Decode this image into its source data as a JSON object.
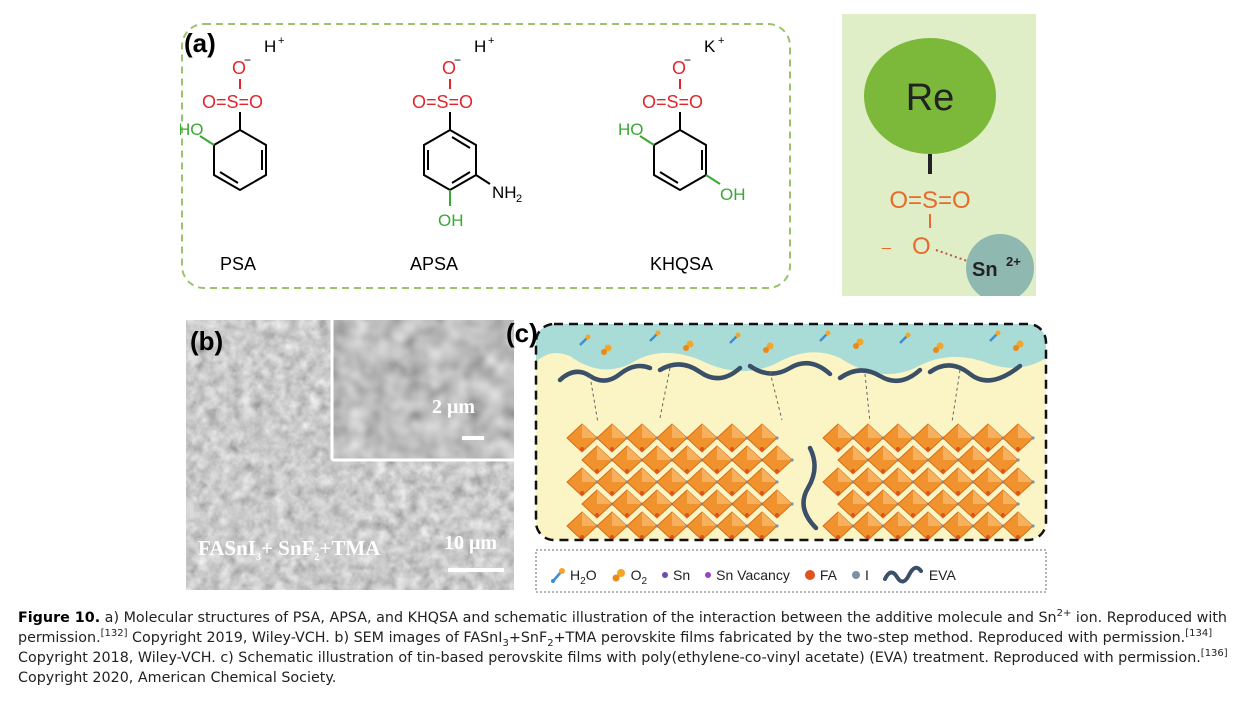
{
  "panel_a": {
    "letter": "(a)",
    "molecules": [
      {
        "label": "PSA",
        "counter_ion": "H",
        "counter_charge": "+",
        "o_minus": "O",
        "so2": "O=S=O",
        "substituents": [
          "HO"
        ]
      },
      {
        "label": "APSA",
        "counter_ion": "H",
        "counter_charge": "+",
        "o_minus": "O",
        "so2": "O=S=O",
        "substituents": [
          "NH",
          "2",
          "OH"
        ]
      },
      {
        "label": "KHQSA",
        "counter_ion": "K",
        "counter_charge": "+",
        "o_minus": "O",
        "so2": "O=S=O",
        "substituents": [
          "HO",
          "OH"
        ]
      }
    ],
    "schematic": {
      "re_label": "Re",
      "so2": "O=S=O",
      "o_minus": "O",
      "sn_label": "Sn",
      "sn_charge": "2+"
    },
    "colors": {
      "sulfonate": "#e0262c",
      "hydroxyl": "#3aa835",
      "re_ellipse": "#7cb83a",
      "sn_circle": "#8fb8b0",
      "panel_bg": "#dfeec6",
      "orange_sulfonate": "#e86a2c"
    }
  },
  "panel_b": {
    "letter": "(b)",
    "formula_parts": [
      "FASnI",
      "3",
      "+ SnF",
      "2",
      "+TMA"
    ],
    "scale_main": "10 μm",
    "scale_inset": "2 μm"
  },
  "panel_c": {
    "letter": "(c)",
    "legend": [
      {
        "icon": "h2o-icon",
        "text": "H",
        "sub": "2",
        "tail": "O"
      },
      {
        "icon": "o2-icon",
        "text": "O",
        "sub": "2",
        "tail": ""
      },
      {
        "icon": "sn-icon",
        "text": "Sn",
        "sub": "",
        "tail": ""
      },
      {
        "icon": "sn-vacancy-icon",
        "text": "Sn Vacancy",
        "sub": "",
        "tail": ""
      },
      {
        "icon": "fa-icon",
        "text": "FA",
        "sub": "",
        "tail": ""
      },
      {
        "icon": "iodide-icon",
        "text": "I",
        "sub": "",
        "tail": ""
      },
      {
        "icon": "eva-icon",
        "text": "EVA",
        "sub": "",
        "tail": ""
      }
    ],
    "colors": {
      "octahedron": "#f0922e",
      "octahedron_dark": "#d66e15",
      "water_layer": "#a9dcd6",
      "polymer": "#3a4f68",
      "bg": "#fbf4c4"
    }
  },
  "caption": {
    "label": "Figure 10.",
    "segments": [
      " a) Molecular structures of PSA, APSA, and KHQSA and schematic illustration of the interaction between the additive molecule and Sn",
      "2+",
      " ion. Reproduced with permission.",
      "[132]",
      " Copyright 2019, Wiley-VCH. b) SEM images of FASnI",
      "3",
      "+SnF",
      "2",
      "+TMA perovskite films fabricated by the two-step method. Reproduced with permission.",
      "[134]",
      " Copyright 2018, Wiley-VCH. c) Schematic illustration of tin-based perovskite films with poly(ethylene-co-vinyl acetate) (EVA) treatment. Reproduced with permission.",
      "[136]",
      " Copyright 2020, American Chemical Society."
    ]
  }
}
